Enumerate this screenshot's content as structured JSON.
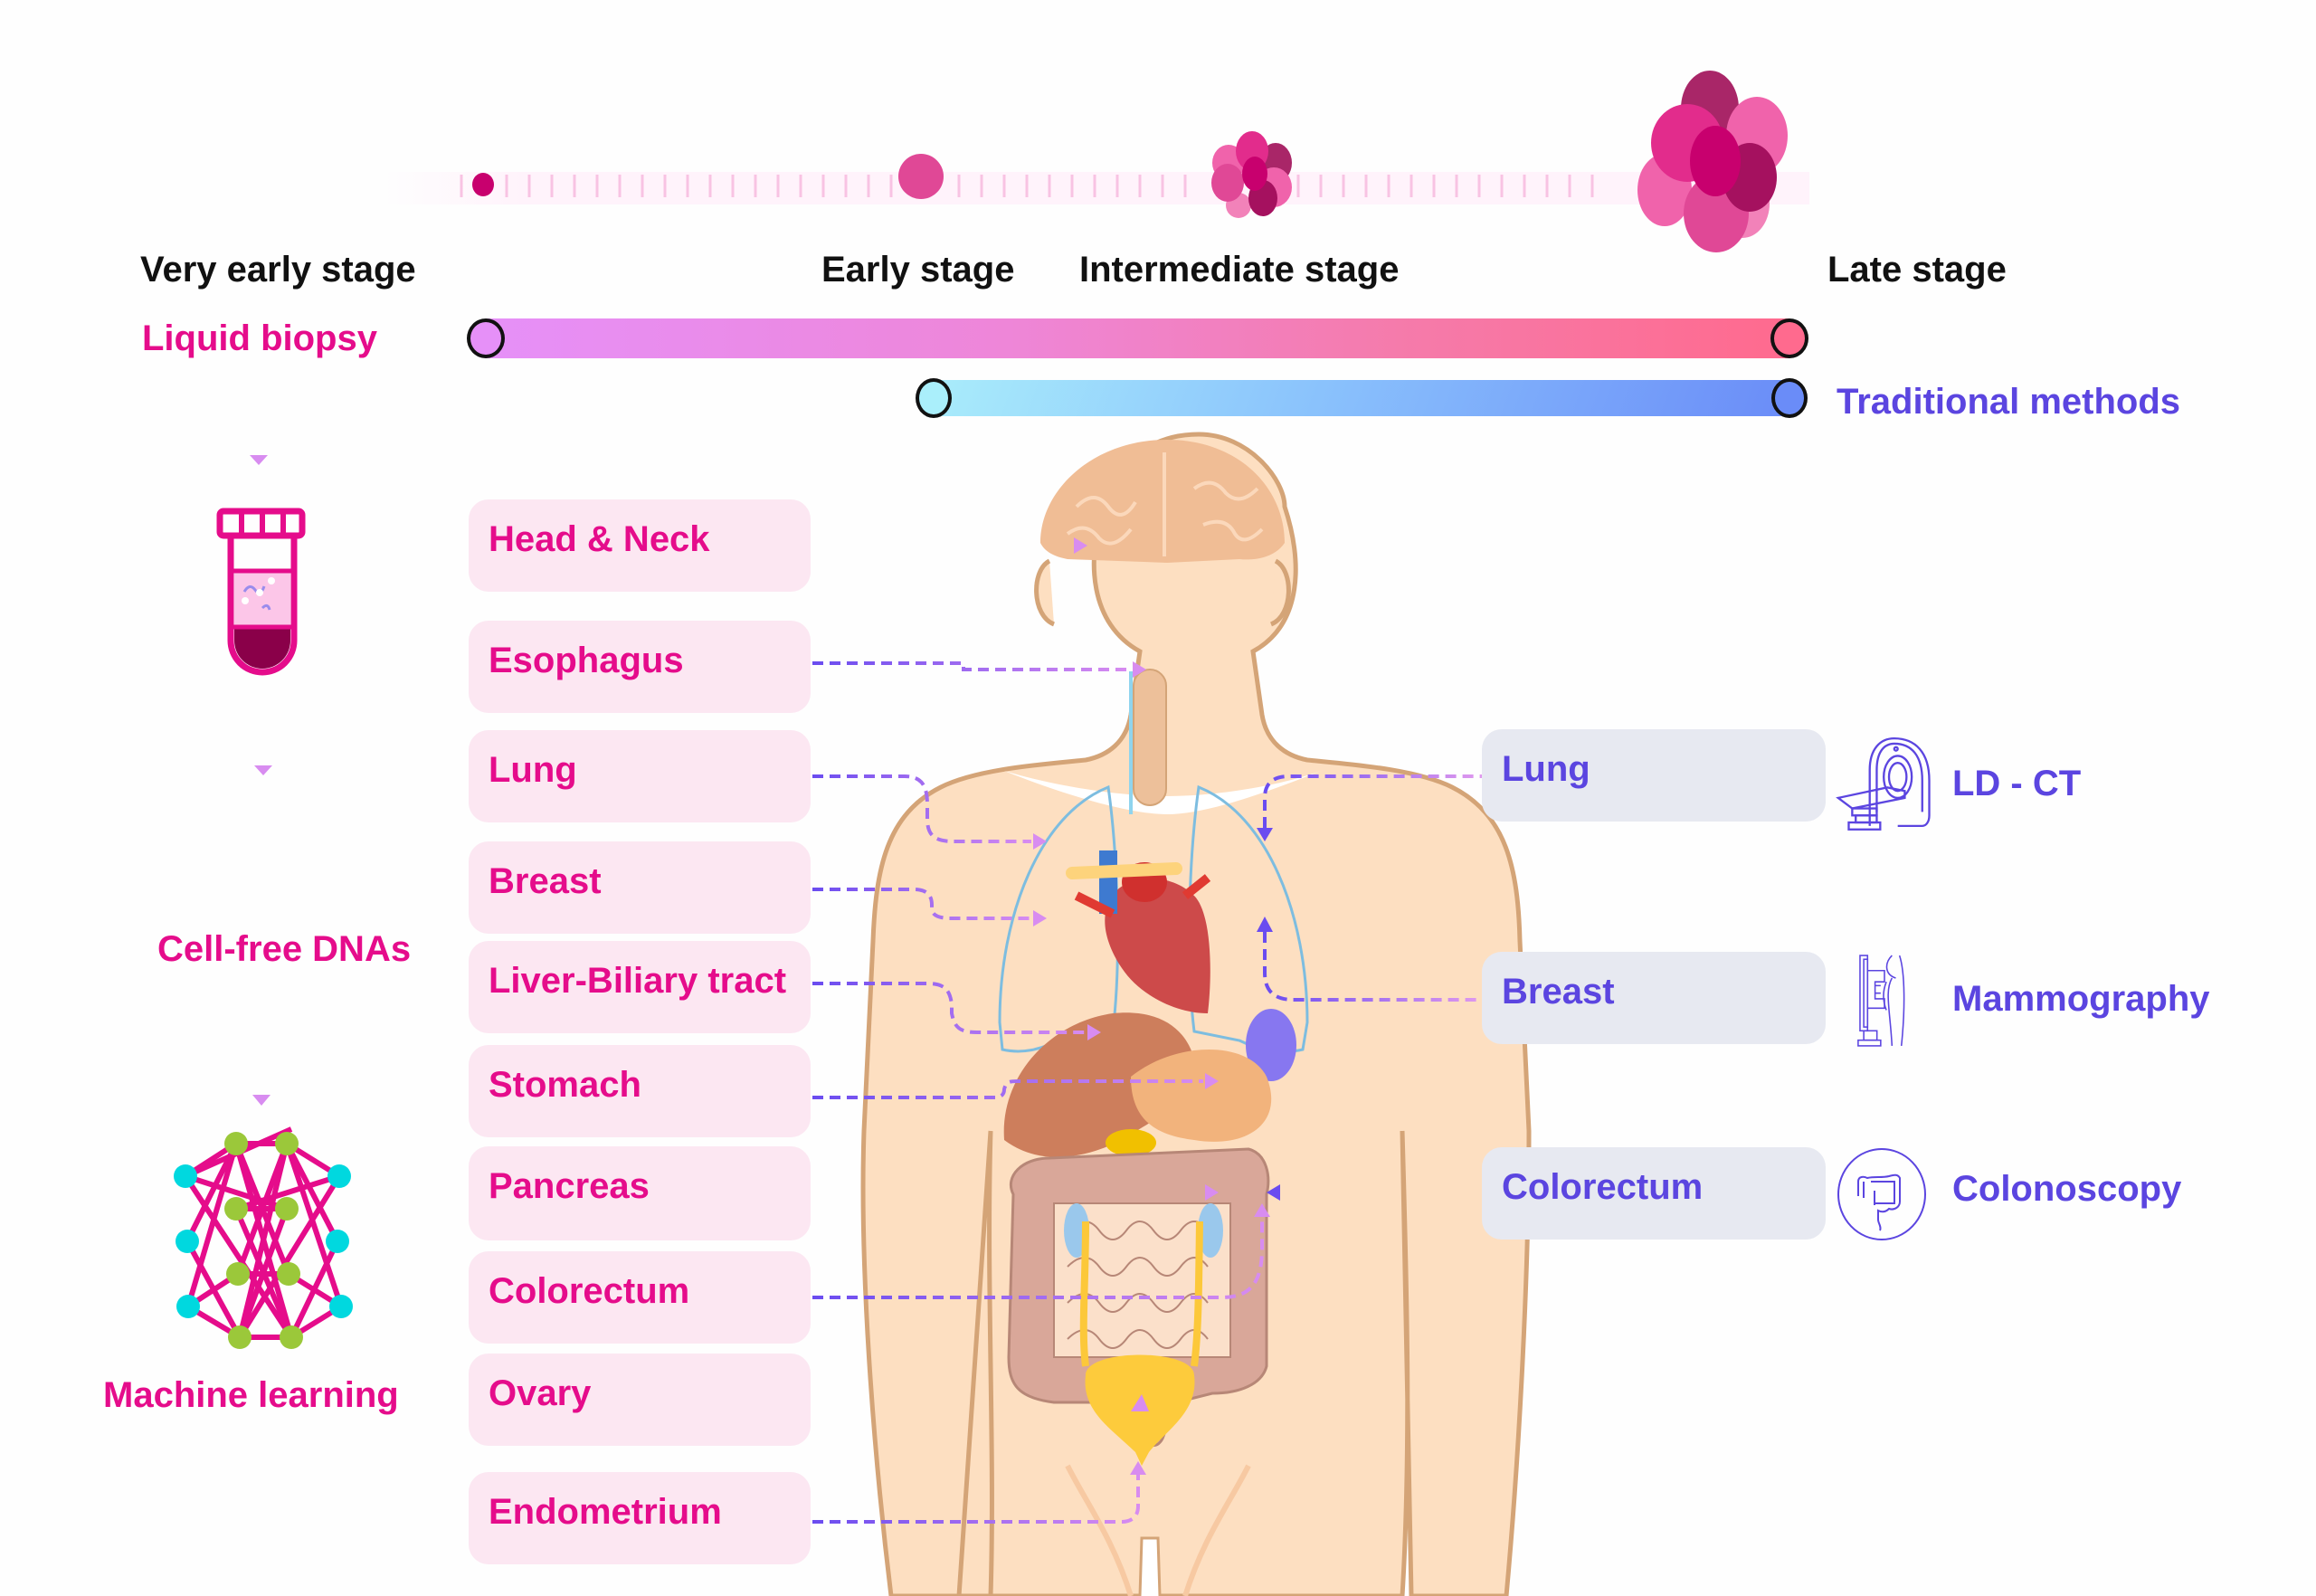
{
  "stages": {
    "very_early": "Very early stage",
    "early": "Early stage",
    "intermediate": "Intermediate stage",
    "late": "Late stage"
  },
  "detection_bars": {
    "liquid_biopsy": {
      "label": "Liquid biopsy",
      "color_start": "#e690f8",
      "color_end": "#ff6a8e"
    },
    "traditional": {
      "label": "Traditional methods",
      "color_start": "#a9ecfb",
      "color_end": "#6a8cf8"
    }
  },
  "pipeline": {
    "steps": [
      {
        "label": "Liquid biopsy",
        "icon": "test-tube-icon"
      },
      {
        "label": "Cell-free DNAs",
        "icon": "test-tube-icon"
      },
      {
        "label": "Machine learning",
        "icon": "neural-network-icon"
      }
    ]
  },
  "liquid_biopsy_targets": [
    {
      "label": "Head & Neck"
    },
    {
      "label": "Esophagus"
    },
    {
      "label": "Lung"
    },
    {
      "label": "Breast"
    },
    {
      "label": "Liver-Biliary tract"
    },
    {
      "label": "Stomach"
    },
    {
      "label": "Pancreas"
    },
    {
      "label": "Colorectum"
    },
    {
      "label": "Ovary"
    },
    {
      "label": "Endometrium"
    }
  ],
  "traditional_targets": [
    {
      "organ": "Lung",
      "method": "LD - CT",
      "icon": "ct-scanner-icon"
    },
    {
      "organ": "Breast",
      "method": "Mammography",
      "icon": "mammography-icon"
    },
    {
      "organ": "Colorectum",
      "method": "Colonoscopy",
      "icon": "colon-icon"
    }
  ],
  "colors": {
    "pink_accent": "#e50c8b",
    "purple_accent": "#5b45e0",
    "left_box_bg": "#fce7f2",
    "right_box_bg": "#e7e9f1",
    "skin": "#fddfc1",
    "skin_outline": "#d4a477"
  }
}
